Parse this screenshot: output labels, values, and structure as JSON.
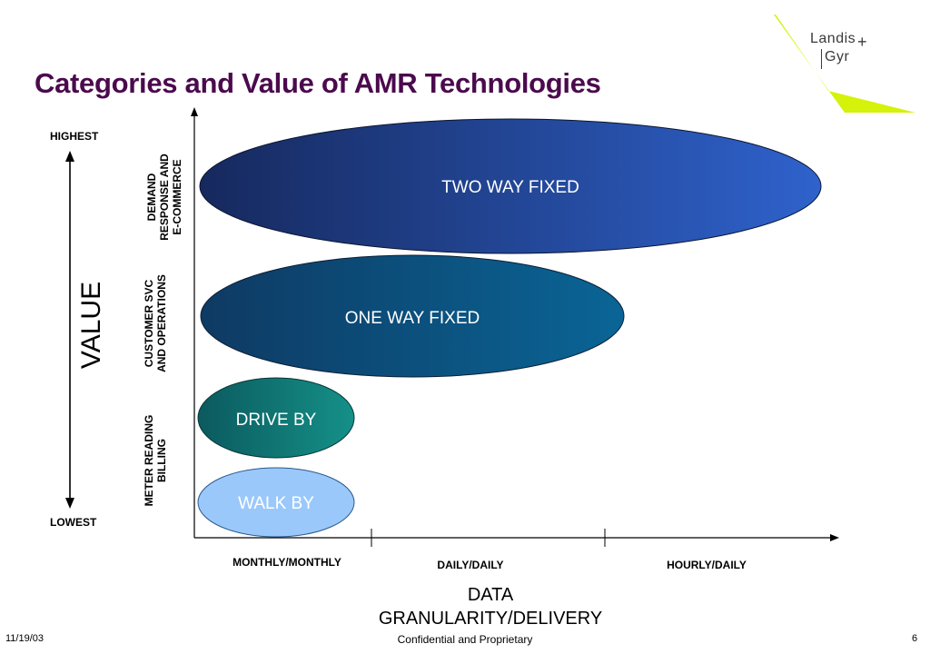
{
  "title": "Categories and Value of AMR Technologies",
  "logo": {
    "word1": "Landis",
    "word2": "Gyr",
    "plus": "+",
    "color_green": "#d4f20a"
  },
  "y_axis": {
    "label": "VALUE",
    "top": "HIGHEST",
    "bottom": "LOWEST",
    "categories": [
      {
        "line1": "DEMAND",
        "line2": "RESPONSE AND",
        "line3": "E-COMMERCE"
      },
      {
        "line1": "CUSTOMER SVC",
        "line2": "AND OPERATIONS"
      },
      {
        "line1": "METER READING",
        "line2": "BILLING"
      }
    ]
  },
  "x_axis": {
    "title_line1": "DATA",
    "title_line2": "GRANULARITY/DELIVERY",
    "categories": [
      "MONTHLY/MONTHLY",
      "DAILY/DAILY",
      "HOURLY/DAILY"
    ]
  },
  "technologies": [
    {
      "label": "TWO WAY FIXED",
      "color_from": "#16295e",
      "color_to": "#2f62cc"
    },
    {
      "label": "ONE WAY FIXED",
      "color_from": "#0e3a63",
      "color_to": "#0a6596"
    },
    {
      "label": "DRIVE BY",
      "color_from": "#0b5a5e",
      "color_to": "#159088"
    },
    {
      "label": "WALK BY",
      "color": "#9bc8fb",
      "text_color": "#000000"
    }
  ],
  "footer": {
    "date": "11/19/03",
    "confidential": "Confidential and Proprietary",
    "page": "6"
  }
}
